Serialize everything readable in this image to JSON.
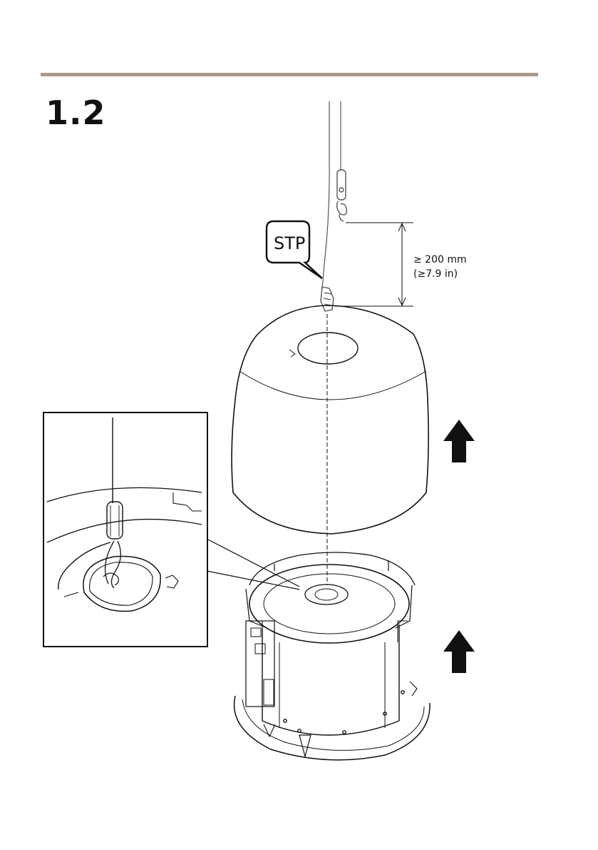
{
  "step_number": "1.2",
  "badge_text": "STP",
  "dimension": {
    "line1": "≥ 200 mm",
    "line2": "(≥7.9 in)"
  },
  "colors": {
    "rule": "#a89a8a",
    "ink": "#111111"
  },
  "arrows": [
    "up-arrow",
    "up-arrow"
  ]
}
